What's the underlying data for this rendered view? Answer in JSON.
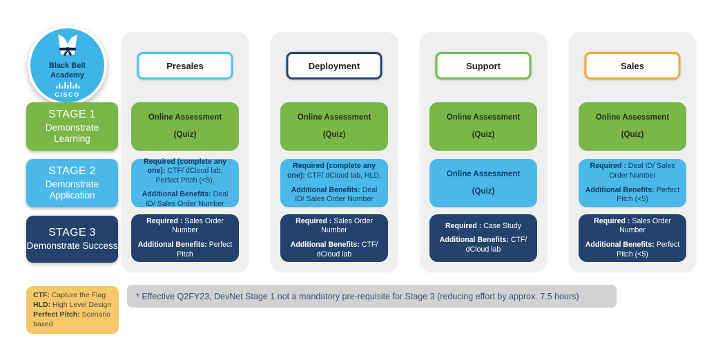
{
  "logo": {
    "line1": "Black Belt",
    "line2": "Academy",
    "brand": "CISCO"
  },
  "stages": [
    {
      "title": "STAGE 1",
      "subtitle": "Demonstrate Learning",
      "color": "#7ab648"
    },
    {
      "title": "STAGE 2",
      "subtitle": "Demonstrate Application",
      "color": "#4cb8e8"
    },
    {
      "title": "STAGE 3",
      "subtitle": "Demonstrate Success",
      "color": "#24426c"
    }
  ],
  "tracks": [
    {
      "name": "Presales",
      "accent": "#4cc3f0",
      "stage1": {
        "line1": "Online Assessment",
        "line2": "(Quiz)"
      },
      "stage2": {
        "p1_bold": "Required (complete any one):",
        "p1_text": " CTF/ dCloud lab, Perfect Pitch (<5),",
        "p2_bold": "Additional Benefits:",
        "p2_text": " Deal ID/ Sales Order Number"
      },
      "stage3": {
        "p1_bold": "Required :",
        "p1_text": " Sales Order Number",
        "p2_bold": "Additional Benefits:",
        "p2_text": " Perfect Pitch"
      }
    },
    {
      "name": "Deployment",
      "accent": "#24426c",
      "stage1": {
        "line1": "Online Assessment",
        "line2": "(Quiz)"
      },
      "stage2": {
        "p1_bold": "Required (complete any one):",
        "p1_text": " CTF/ dCloud lab, HLD,",
        "p2_bold": "Additional Benefits:",
        "p2_text": " Deal ID/ Sales Order Number"
      },
      "stage3": {
        "p1_bold": "Required :",
        "p1_text": " Sales Order Number",
        "p2_bold": "Additional Benefits:",
        "p2_text": " CTF/ dCloud lab"
      }
    },
    {
      "name": "Support",
      "accent": "#6ebe4b",
      "stage1": {
        "line1": "Online Assessment",
        "line2": "(Quiz)"
      },
      "stage2": {
        "line1": "Online Assessment",
        "line2": "(Quiz)"
      },
      "stage3": {
        "p1_bold": "Required :",
        "p1_text": " Case Study",
        "p2_bold": "Additional Benefits:",
        "p2_text": " CTF/ dCloud lab"
      }
    },
    {
      "name": "Sales",
      "accent": "#f0a63c",
      "stage1": {
        "line1": "Online Assessment",
        "line2": "(Quiz)"
      },
      "stage2": {
        "p1_bold": "Required :",
        "p1_text": " Deal ID/ Sales Order Number",
        "p2_bold": "Additional Benefits:",
        "p2_text": " Perfect Pitch (<5)"
      },
      "stage3": {
        "p1_bold": "Required :",
        "p1_text": " Sales Order Number",
        "p2_bold": "Additional Benefits:",
        "p2_text": " Perfect Pitch (<5)"
      }
    }
  ],
  "legend": {
    "items": [
      {
        "key": "CTF:",
        "value": " Capture the Flag"
      },
      {
        "key": "HLD:",
        "value": " High Level Design"
      },
      {
        "key": "Perfect Pitch:",
        "value": " Scenario based"
      }
    ],
    "bg": "#f7c869"
  },
  "footnote": {
    "text": "* Effective Q2FY23, DevNet Stage 1 not a mandatory pre-requisite for Stage 3 (reducing effort by approx. 7.5 hours)",
    "bg": "#d2d2d5"
  },
  "colors": {
    "stage1_green": "#7ab648",
    "stage2_blue": "#4cb8e8",
    "stage3_navy": "#24426c",
    "logo_blue": "#3fb4e6",
    "column_bg": "#efefef",
    "presales_accent": "#4cc3f0",
    "deployment_accent": "#24426c",
    "support_accent": "#6ebe4b",
    "sales_accent": "#f0a63c"
  }
}
